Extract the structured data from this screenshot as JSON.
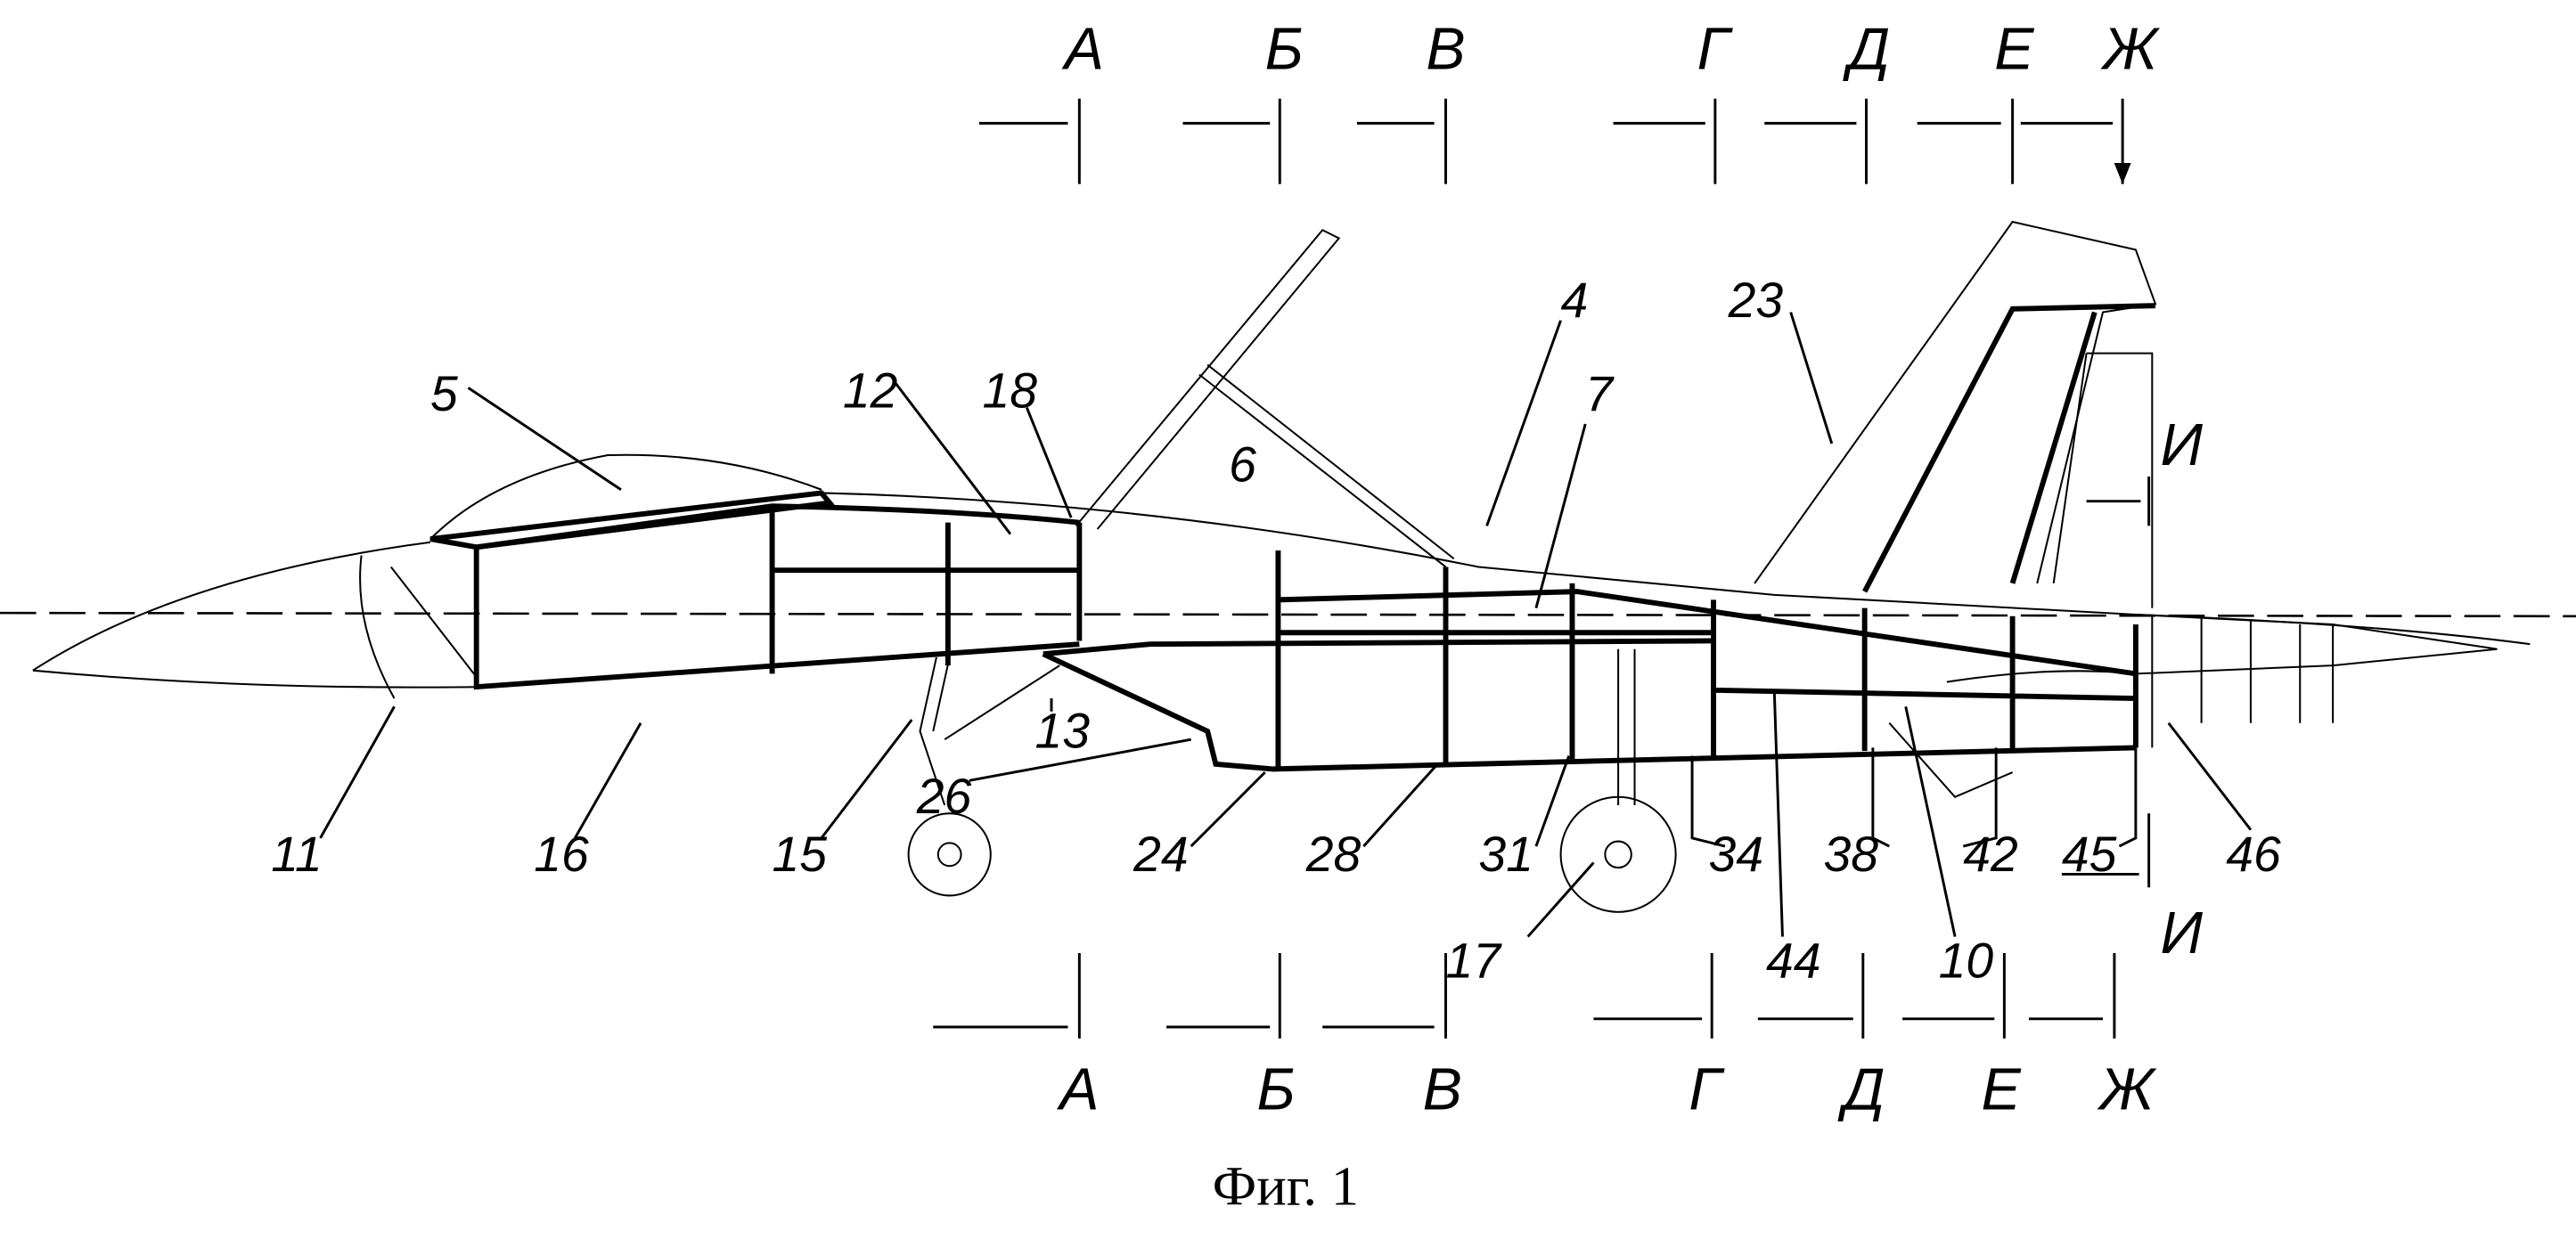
{
  "caption": "Фиг. 1",
  "sections_top": [
    "А",
    "Б",
    "В",
    "Г",
    "Д",
    "Е",
    "Ж"
  ],
  "sections_bottom": [
    "А",
    "Б",
    "В",
    "Г",
    "Д",
    "Е",
    "Ж"
  ],
  "section_i": [
    "И",
    "И"
  ],
  "labels": {
    "n5": "5",
    "n12": "12",
    "n18": "18",
    "n6": "6",
    "n4": "4",
    "n23": "23",
    "n7": "7",
    "n11": "11",
    "n16": "16",
    "n15": "15",
    "n13": "13",
    "n26": "26",
    "n24": "24",
    "n28": "28",
    "n31": "31",
    "n34": "34",
    "n38": "38",
    "n42": "42",
    "n45": "45",
    "n46": "46",
    "n17": "17",
    "n44": "44",
    "n10": "10"
  }
}
